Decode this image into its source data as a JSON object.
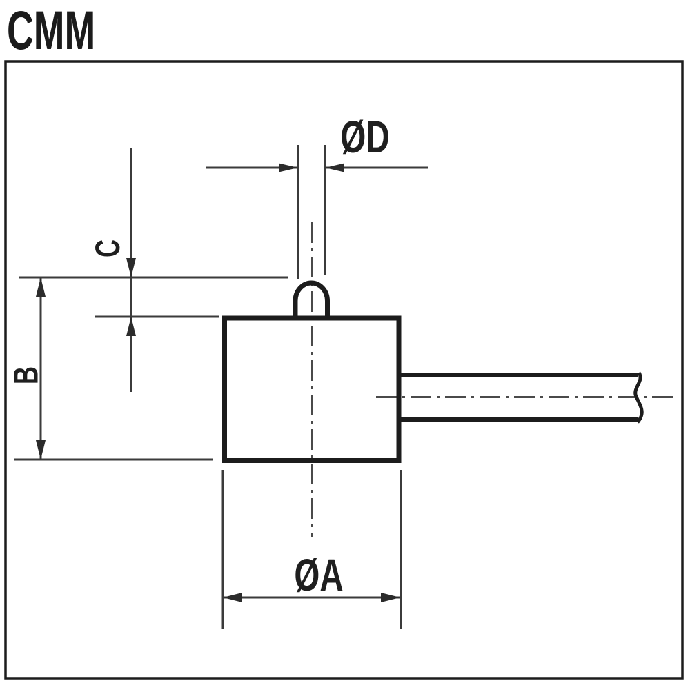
{
  "title": "CMM",
  "drawing": {
    "labels": {
      "top_diameter": "ØD",
      "button_height": "C",
      "body_height": "B",
      "body_diameter": "ØA"
    },
    "colors": {
      "outline": "#1c1c1c",
      "dimension": "#3b3b3b",
      "centerline": "#4a4a4a",
      "background": "#ffffff"
    }
  }
}
